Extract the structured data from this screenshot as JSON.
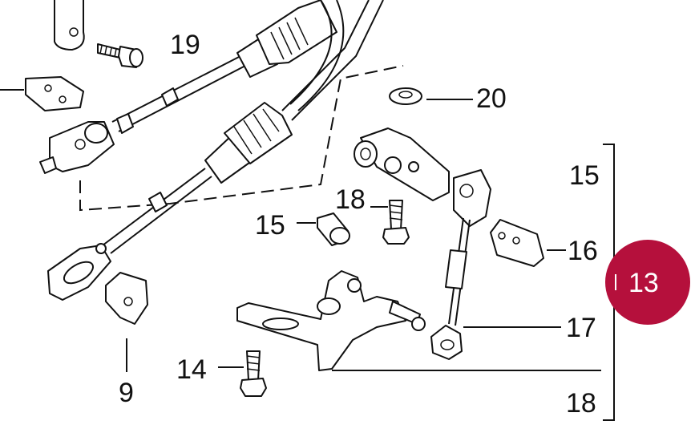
{
  "diagram": {
    "callouts": {
      "bolt_top": "19",
      "washer": "20",
      "bracket_right_top": "15",
      "bolt_mid": "18",
      "bushing": "15",
      "clip_right": "16",
      "link_rod": "17",
      "bolt_bottom": "14",
      "clip_left": "9",
      "bracket_right_bottom": "18"
    },
    "badge": {
      "label": "13",
      "color": "#b5103c"
    },
    "line_color": "#111111"
  }
}
